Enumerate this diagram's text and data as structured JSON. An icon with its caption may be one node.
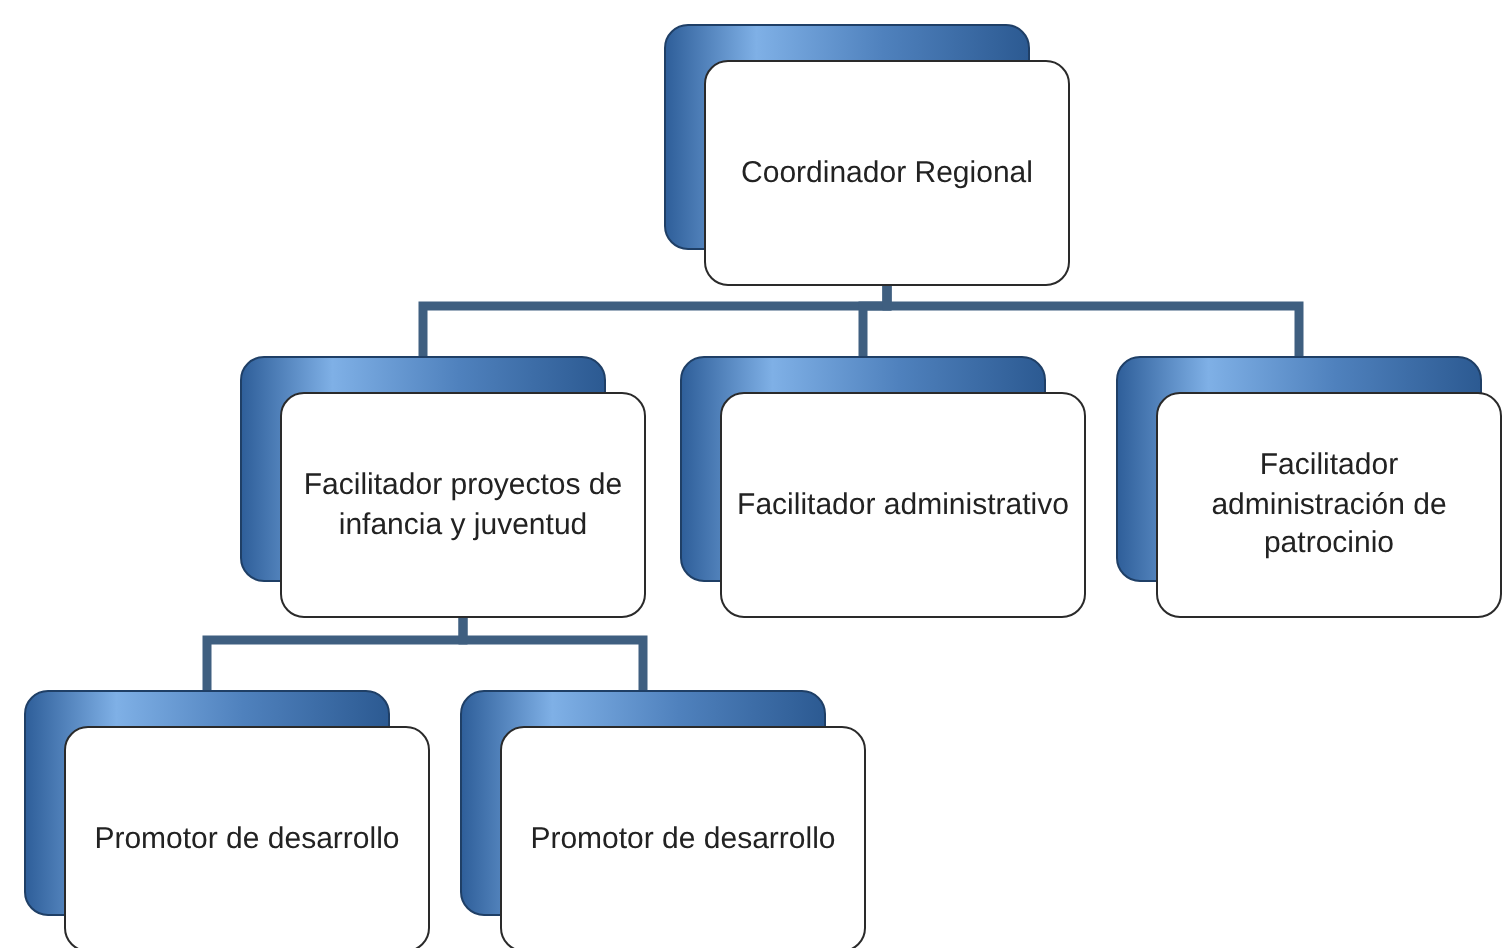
{
  "diagram": {
    "nodes": [
      {
        "text": [
          "Coordinador Regional"
        ]
      },
      {
        "text": [
          "Facilitador proyectos de infancia y juventud"
        ]
      },
      {
        "text": [
          "Facilitador administrativo"
        ]
      },
      {
        "text": [
          "Facilitador administración de patrocinio"
        ]
      },
      {
        "text": [
          "Promotor de desarrollo"
        ]
      },
      {
        "text": [
          "Promotor de desarrollo"
        ]
      }
    ],
    "edges": [
      {
        "from": 0,
        "to": 1,
        "arrow": "none"
      },
      {
        "from": 0,
        "to": 2,
        "arrow": "none"
      },
      {
        "from": 0,
        "to": 3,
        "arrow": "none"
      },
      {
        "from": 1,
        "to": 4,
        "arrow": "none"
      },
      {
        "from": 1,
        "to": 5,
        "arrow": "none"
      }
    ]
  }
}
